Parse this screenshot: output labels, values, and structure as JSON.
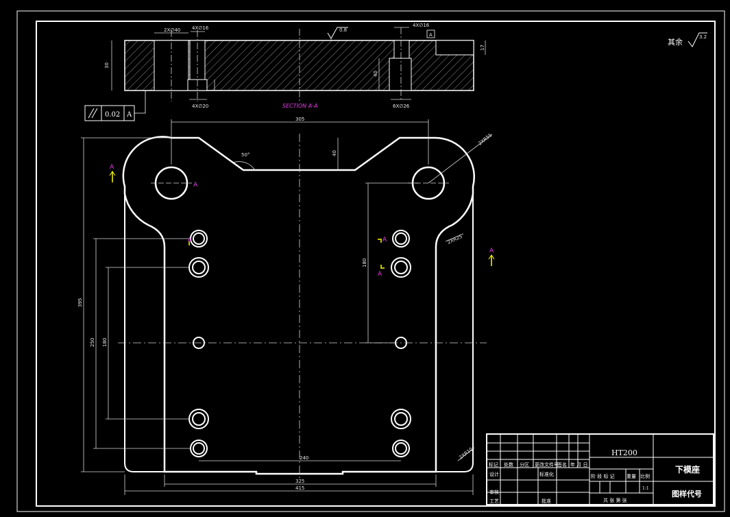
{
  "drawing": {
    "roughness_note": "其余",
    "roughness_value": "3.2",
    "section_roughness": "0.8",
    "section_label": "SECTION A-A",
    "section_marker": "A",
    "flatness_value": "0.02",
    "flatness_datum": "A"
  },
  "section_dims": {
    "d1": "2X∅40",
    "d2": "4X∅16",
    "d3": "4X∅20",
    "d4": "4X∅16",
    "d5": "6X∅26",
    "h_total": "30",
    "h_step": "17",
    "h_pocket": "40"
  },
  "plan_dims": {
    "top_width": "305",
    "overall_width": "415",
    "bottom_width": "325",
    "inner_width": "240",
    "overall_height": "395",
    "h_left1": "250",
    "h_left2": "180",
    "h_right": "180",
    "notch_depth": "40",
    "angle": "50°",
    "r_top": "2XR55",
    "r_mid": "2XR25",
    "r_corner": "2XR10"
  },
  "title_block": {
    "material": "HT200",
    "part_name": "下模座",
    "drawing_no_label": "图样代号",
    "row_labels": [
      "标记",
      "处数",
      "分区",
      "更改文件号",
      "签名",
      "年 月 日"
    ],
    "design": "设计",
    "standardization": "标准化",
    "stage_labels": [
      "阶 段 标 记",
      "重量",
      "比例"
    ],
    "scale": "1:1",
    "review": "审核",
    "process": "工艺",
    "approve": "批准",
    "sheet_info": "共 张 第 张"
  },
  "colors": {
    "background": "#000000",
    "lines": "#ffffff",
    "annotation": "#e040e0",
    "marker": "#ffff00"
  }
}
